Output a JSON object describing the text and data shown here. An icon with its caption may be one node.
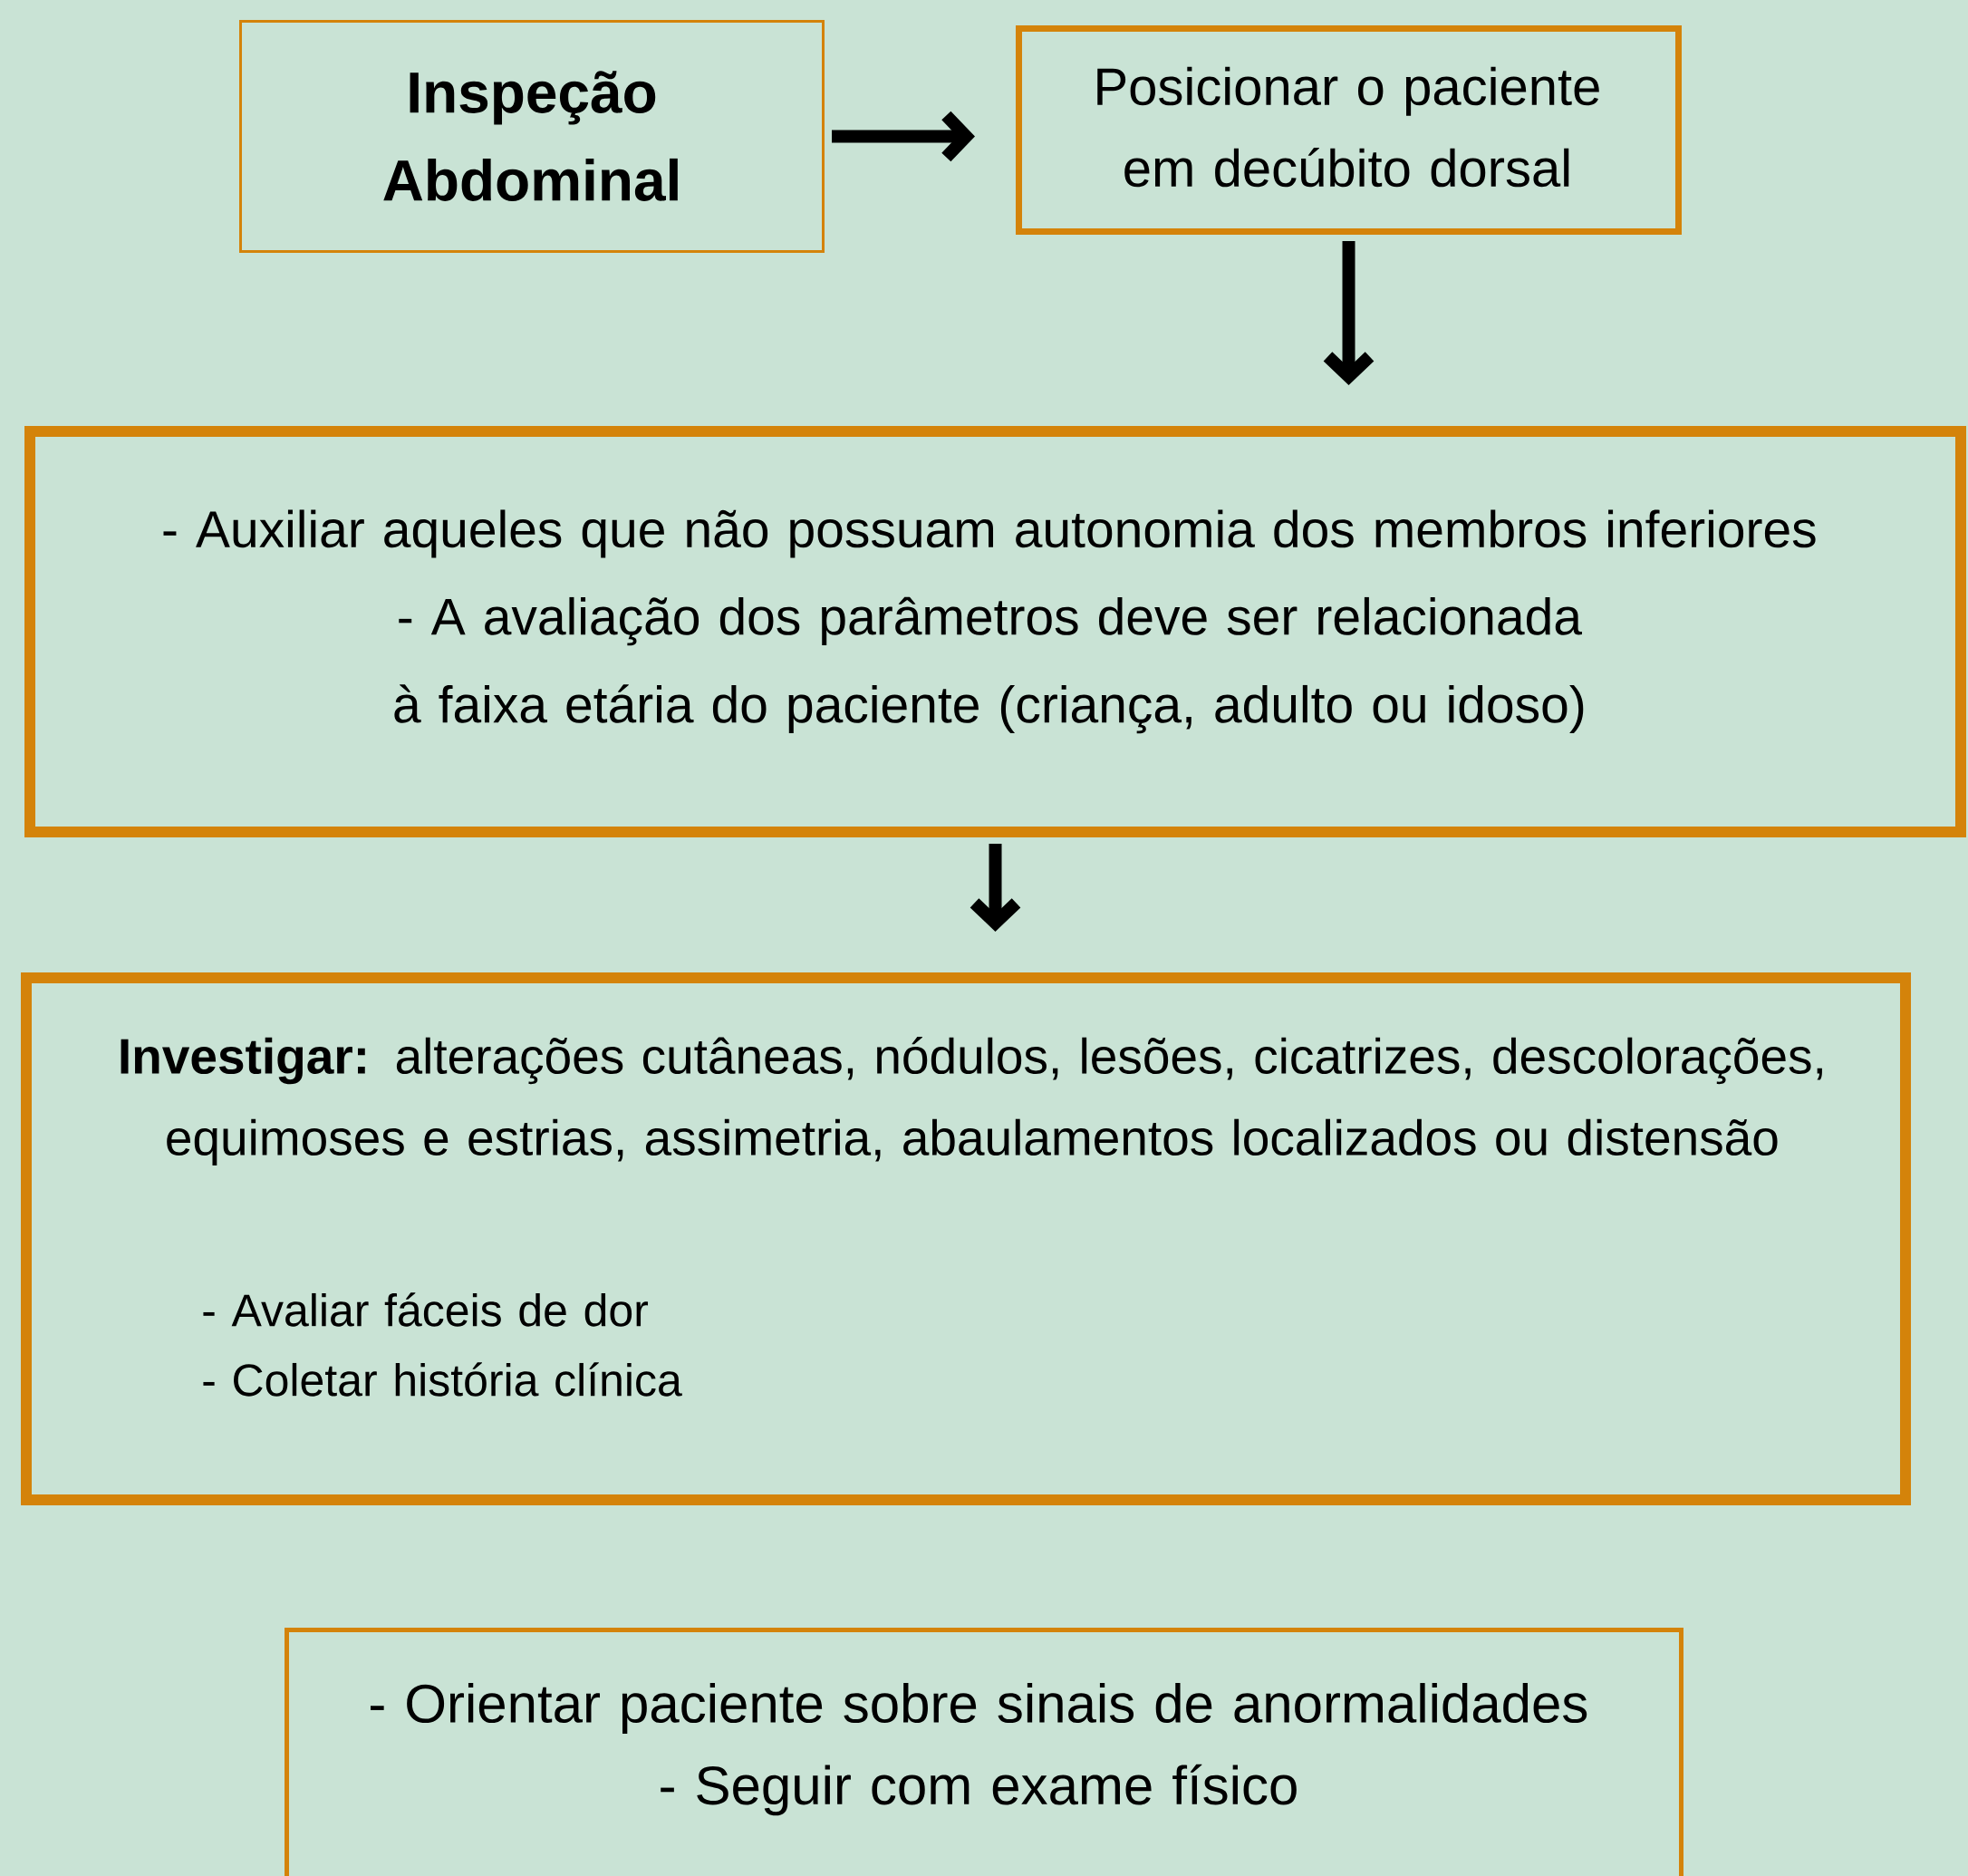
{
  "diagram": {
    "nodes": [
      {
        "text": [
          "Inspeção Abdominal"
        ]
      },
      {
        "text": [
          "Posicionar o paciente em decúbito dorsal"
        ]
      },
      {
        "text": [
          "- Auxiliar aqueles que não possuam autonomia dos membros inferiores",
          "- A avaliação dos parâmetros deve ser relacionada à faixa etária do paciente (criança, adulto ou idoso)"
        ]
      },
      {
        "text": [
          "**Investigar:** alterações cutâneas, nódulos, lesões, cicatrizes, descolorações, equimoses e estrias, assimetria, abaulamentos localizados ou distensão",
          "- Avaliar fáceis de dor",
          "- Coletar história clínica"
        ]
      },
      {
        "text": [
          "- Orientar paciente sobre sinais de anormalidades",
          "- Seguir com exame físico"
        ]
      }
    ],
    "edges": [
      {
        "from": 0,
        "to": 1,
        "arrow": "to"
      },
      {
        "from": 1,
        "to": 2,
        "arrow": "to"
      },
      {
        "from": 2,
        "to": 3,
        "arrow": "to"
      }
    ]
  }
}
